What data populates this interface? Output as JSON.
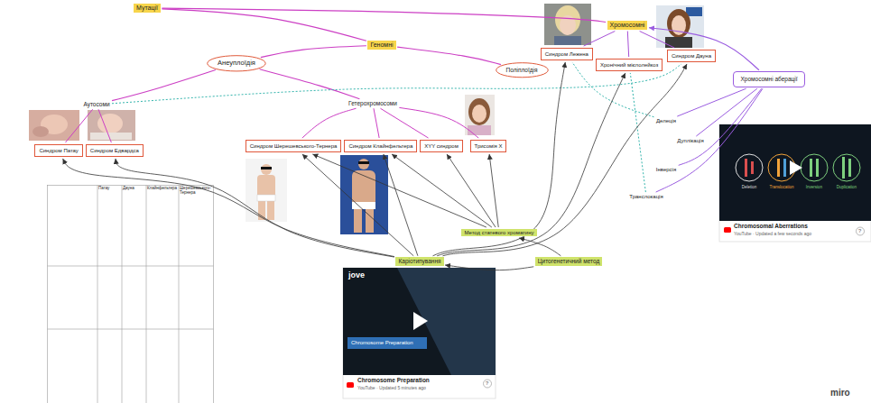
{
  "diagram": {
    "nodes": [
      {
        "text": [
          "Мутації"
        ]
      },
      {
        "text": [
          "Геномні"
        ]
      },
      {
        "text": [
          "Хромосомні"
        ]
      },
      {
        "text": [
          "Анеуплоїдія"
        ]
      },
      {
        "text": [
          "Поліплоїдія"
        ]
      },
      {
        "text": [
          "Аутосоми"
        ]
      },
      {
        "text": [
          "Гетерохромосоми"
        ]
      },
      {
        "text": [
          "Синдром Патау"
        ]
      },
      {
        "text": [
          "Синдром Едвардса"
        ]
      },
      {
        "text": [
          "Синдром Шерешевського-Тернера"
        ]
      },
      {
        "text": [
          "Синдром Клайнфельтера"
        ]
      },
      {
        "text": [
          "XYY синдром"
        ]
      },
      {
        "text": [
          "Трисомія X"
        ]
      },
      {
        "text": [
          "Синдром Лежена"
        ]
      },
      {
        "text": [
          "Хронічний мієлолейкоз"
        ]
      },
      {
        "text": [
          "Синдром Дауна"
        ]
      },
      {
        "text": [
          "Хромосомні аберації"
        ]
      },
      {
        "text": [
          "Делеція"
        ]
      },
      {
        "text": [
          "Дуплікація"
        ]
      },
      {
        "text": [
          "Інверсія"
        ]
      },
      {
        "text": [
          "Транслокація"
        ]
      },
      {
        "text": [
          "Метод статевого хроматину"
        ]
      },
      {
        "text": [
          "Каріотипування"
        ]
      },
      {
        "text": [
          "Цитогенетичний метод"
        ]
      }
    ],
    "edges": [
      {
        "from": 0,
        "to": 1,
        "arrow": "none"
      },
      {
        "from": 0,
        "to": 2,
        "arrow": "none"
      },
      {
        "from": 1,
        "to": 3,
        "arrow": "none"
      },
      {
        "from": 1,
        "to": 4,
        "arrow": "none"
      },
      {
        "from": 3,
        "to": 5,
        "arrow": "none"
      },
      {
        "from": 3,
        "to": 6,
        "arrow": "none"
      },
      {
        "from": 5,
        "to": 7,
        "arrow": "none"
      },
      {
        "from": 5,
        "to": 8,
        "arrow": "none"
      },
      {
        "from": 6,
        "to": 9,
        "arrow": "none"
      },
      {
        "from": 6,
        "to": 10,
        "arrow": "none"
      },
      {
        "from": 6,
        "to": 11,
        "arrow": "none"
      },
      {
        "from": 6,
        "to": 12,
        "arrow": "none"
      },
      {
        "from": 2,
        "to": 13,
        "arrow": "none"
      },
      {
        "from": 2,
        "to": 14,
        "arrow": "none"
      },
      {
        "from": 2,
        "to": 15,
        "arrow": "none"
      },
      {
        "from": 16,
        "to": 2,
        "arrow": "to"
      },
      {
        "from": 16,
        "to": 17,
        "arrow": "none"
      },
      {
        "from": 16,
        "to": 18,
        "arrow": "none"
      },
      {
        "from": 16,
        "to": 19,
        "arrow": "none"
      },
      {
        "from": 16,
        "to": 20,
        "arrow": "none"
      },
      {
        "from": 17,
        "to": 13,
        "arrow": "none"
      },
      {
        "from": 20,
        "to": 14,
        "arrow": "none"
      },
      {
        "from": 5,
        "to": 15,
        "arrow": "none"
      },
      {
        "from": 22,
        "to": 7,
        "arrow": "to"
      },
      {
        "from": 22,
        "to": 8,
        "arrow": "to"
      },
      {
        "from": 22,
        "to": 9,
        "arrow": "to"
      },
      {
        "from": 22,
        "to": 10,
        "arrow": "to"
      },
      {
        "from": 22,
        "to": 13,
        "arrow": "to"
      },
      {
        "from": 22,
        "to": 14,
        "arrow": "to"
      },
      {
        "from": 22,
        "to": 15,
        "arrow": "to"
      },
      {
        "from": 21,
        "to": 9,
        "arrow": "to"
      },
      {
        "from": 21,
        "to": 10,
        "arrow": "to"
      },
      {
        "from": 21,
        "to": 11,
        "arrow": "to"
      },
      {
        "from": 21,
        "to": 12,
        "arrow": "to"
      },
      {
        "from": 23,
        "to": 22,
        "arrow": "to"
      },
      {
        "from": 23,
        "to": 21,
        "arrow": "to"
      }
    ],
    "labels": [
      "jove",
      "Chromosome Preparation",
      "Chromosome Preparation",
      "YouTube · Updated 5 minutes ago",
      "?",
      "Deletion",
      "Translocation",
      "Inversion",
      "Duplication",
      "Chromosomal Aberrations",
      "YouTube · Updated a few seconds ago",
      "?",
      "Патау",
      "Дауна",
      "Клайнфельтера",
      "Шерешевського-Тернера",
      "miro"
    ]
  }
}
